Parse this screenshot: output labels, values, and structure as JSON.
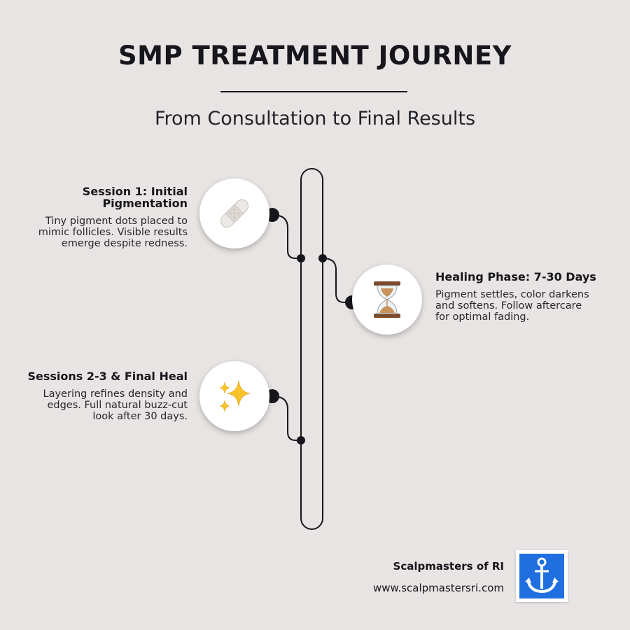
{
  "header": {
    "title": "SMP TREATMENT JOURNEY",
    "subtitle": "From Consultation to Final Results"
  },
  "steps": [
    {
      "title": "Session 1: Initial Pigmentation",
      "description": "Tiny pigment dots placed to mimic follicles. Visible results emerge despite redness.",
      "icon": "bandage-icon",
      "side": "left"
    },
    {
      "title": "Healing Phase: 7-30 Days",
      "description": "Pigment settles, color darkens and softens. Follow aftercare for optimal fading.",
      "icon": "hourglass-icon",
      "side": "right"
    },
    {
      "title": "Sessions 2-3 & Final Heal",
      "description": "Layering refines density and edges. Full natural buzz-cut look after 30 days.",
      "icon": "sparkles-icon",
      "side": "left"
    }
  ],
  "footer": {
    "brand": "Scalpmasters of RI",
    "url": "www.scalpmastersri.com",
    "logo": "anchor-logo-icon"
  },
  "colors": {
    "background": "#e8e4e3",
    "line": "#16161c",
    "logo_blue": "#1f6fe0"
  }
}
